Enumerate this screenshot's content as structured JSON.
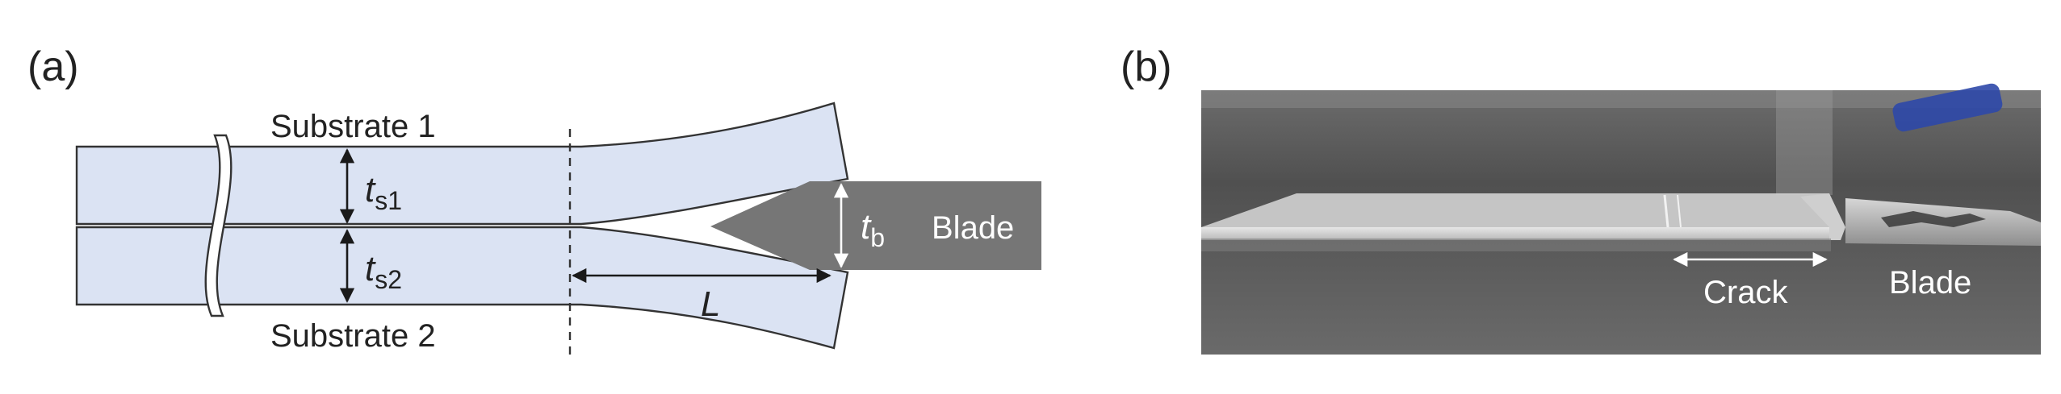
{
  "panel_a": {
    "label": "(a)",
    "substrate_top": "Substrate 1",
    "substrate_bottom": "Substrate 2",
    "ts1_main": "t",
    "ts1_sub": "s1",
    "ts2_main": "t",
    "ts2_sub": "s2",
    "tb_main": "t",
    "tb_sub": "b",
    "length": "L",
    "blade": "Blade"
  },
  "panel_b": {
    "label": "(b)",
    "crack": "Crack",
    "blade": "Blade"
  },
  "colors": {
    "substrate_fill": "#dbe3f3",
    "outline": "#333333",
    "blade_fill": "#767676",
    "photo_bg": "#585858"
  }
}
